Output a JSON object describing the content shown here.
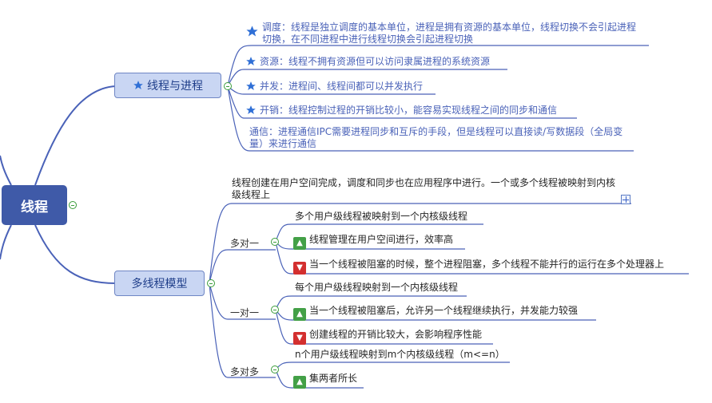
{
  "root": {
    "label": "线程"
  },
  "branch1": {
    "label": "线程与进程",
    "items": [
      {
        "text": "调度：线程是独立调度的基本单位，进程是拥有资源的基本单位，线程切换不会引起进程切换，在不同进程中进行线程切换会引起进程切换",
        "icon": "star-icon"
      },
      {
        "text": "资源：线程不拥有资源但可以访问隶属进程的系统资源",
        "icon": "star-icon"
      },
      {
        "text": "并发：进程间、线程间都可以并发执行",
        "icon": "star-icon"
      },
      {
        "text": "开销：线程控制过程的开销比较小，能容易实现线程之间的同步和通信",
        "icon": "star-icon"
      },
      {
        "text": "通信：进程通信IPC需要进程同步和互斥的手段，但是线程可以直接读/写数据段（全局变量）来进行通信",
        "icon": ""
      }
    ]
  },
  "branch2": {
    "label": "多线程模型",
    "intro": "线程创建在用户空间完成，调度和同步也在应用程序中进行。一个或多个线程被映射到内核级线程上",
    "models": [
      {
        "label": "多对一",
        "items": [
          {
            "text": "多个用户级线程被映射到一个内核级线程",
            "icon": ""
          },
          {
            "text": "线程管理在用户空间进行，效率高",
            "icon": "thumbs-up-icon"
          },
          {
            "text": "当一个线程被阻塞的时候，整个进程阻塞，多个线程不能并行的运行在多个处理器上",
            "icon": "thumbs-down-icon"
          }
        ]
      },
      {
        "label": "一对一",
        "items": [
          {
            "text": "每个用户级线程映射到一个内核级线程",
            "icon": ""
          },
          {
            "text": "当一个线程被阻塞后，允许另一个线程继续执行，并发能力较强",
            "icon": "thumbs-up-icon"
          },
          {
            "text": "创建线程的开销比较大，会影响程序性能",
            "icon": "thumbs-down-icon"
          }
        ]
      },
      {
        "label": "多对多",
        "items": [
          {
            "text": "n个用户级线程映射到m个内核级线程（m<=n）",
            "icon": ""
          },
          {
            "text": "集两者所长",
            "icon": "thumbs-up-icon"
          }
        ]
      }
    ]
  },
  "colors": {
    "root": "#3f5aa8",
    "connector": "#4a62b8",
    "main_fill": "#c9d6f3",
    "toggle": "#3a9d3a"
  }
}
